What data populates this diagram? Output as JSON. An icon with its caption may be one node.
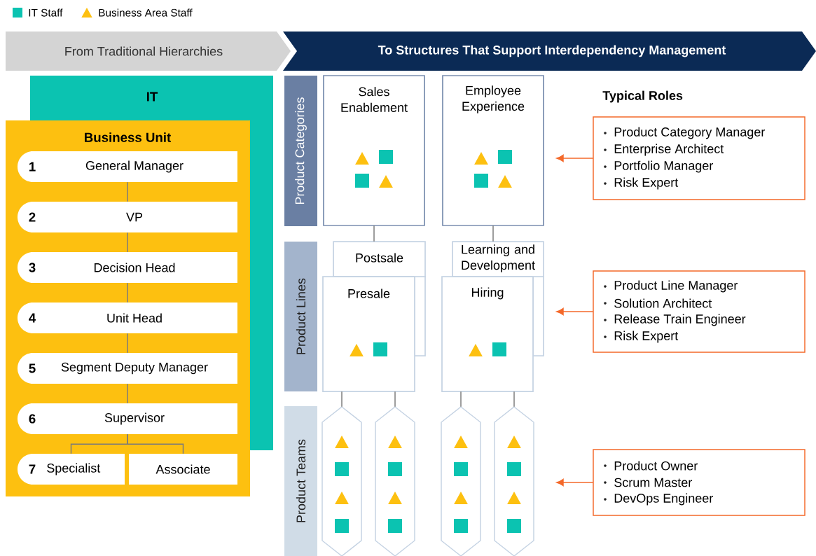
{
  "diagram": {
    "nodes": [
      {
        "text": [
          "From Traditional Hierarchies"
        ]
      },
      {
        "text": [
          "To Structures That Support Interdependency Management"
        ]
      },
      {
        "text": [
          "IT"
        ]
      },
      {
        "text": [
          "Business Unit"
        ]
      },
      {
        "text": [
          "1",
          "General Manager"
        ],
        "in": 3
      },
      {
        "text": [
          "2",
          "VP"
        ],
        "in": 3
      },
      {
        "text": [
          "3",
          "Decision Head"
        ],
        "in": 3
      },
      {
        "text": [
          "4",
          "Unit Head"
        ],
        "in": 3
      },
      {
        "text": [
          "5",
          "Segment Deputy Manager"
        ],
        "in": 3
      },
      {
        "text": [
          "6",
          "Supervisor"
        ],
        "in": 3
      },
      {
        "text": [
          "7",
          "Specialist"
        ],
        "in": 3
      },
      {
        "text": [
          "Associate"
        ],
        "in": 3
      },
      {
        "text": [
          "Product Categories"
        ]
      },
      {
        "text": [
          "Product Lines"
        ]
      },
      {
        "text": [
          "Product Teams"
        ]
      },
      {
        "text": [
          "Sales Enablement"
        ]
      },
      {
        "text": [
          "Employee Experience"
        ]
      },
      {
        "text": [
          "Postsale"
        ]
      },
      {
        "text": [
          "Presale"
        ]
      },
      {
        "text": [
          "Learning and Development"
        ]
      },
      {
        "text": [
          "Hiring"
        ]
      },
      {
        "text": [],
        "shape": "hexagon"
      },
      {
        "text": [],
        "shape": "hexagon"
      },
      {
        "text": [],
        "shape": "hexagon"
      },
      {
        "text": [],
        "shape": "hexagon"
      },
      {
        "text": [
          "Product Category Manager",
          "Enterprise Architect",
          "Portfolio Manager",
          "Risk Expert"
        ]
      },
      {
        "text": [
          "Product Line Manager",
          "Solution Architect",
          "Release Train Engineer",
          "Risk Expert"
        ]
      },
      {
        "text": [
          "Product Owner",
          "Scrum Master",
          "DevOps Engineer"
        ]
      }
    ],
    "edges": [
      {
        "from": 4,
        "to": 5,
        "arrow": "none"
      },
      {
        "from": 5,
        "to": 6,
        "arrow": "none"
      },
      {
        "from": 6,
        "to": 7,
        "arrow": "none"
      },
      {
        "from": 7,
        "to": 8,
        "arrow": "none"
      },
      {
        "from": 8,
        "to": 9,
        "arrow": "none"
      },
      {
        "from": 9,
        "to": 10,
        "arrow": "none"
      },
      {
        "from": 9,
        "to": 11,
        "arrow": "none"
      },
      {
        "from": 15,
        "to": 17,
        "arrow": "none"
      },
      {
        "from": 16,
        "to": 19,
        "arrow": "none"
      },
      {
        "from": 18,
        "to": 21,
        "arrow": "none"
      },
      {
        "from": 18,
        "to": 22,
        "arrow": "none"
      },
      {
        "from": 20,
        "to": 23,
        "arrow": "none"
      },
      {
        "from": 20,
        "to": 24,
        "arrow": "none"
      },
      {
        "from": 25,
        "to": null,
        "arrow": "to",
        "color": "#f4692a"
      },
      {
        "from": 26,
        "to": null,
        "arrow": "to",
        "color": "#f4692a"
      },
      {
        "from": 27,
        "to": null,
        "arrow": "to",
        "color": "#f4692a"
      }
    ],
    "labels": [
      "Typical Roles"
    ],
    "legend": [
      {
        "text": "IT Staff",
        "color": "#0bc3b1"
      },
      {
        "text": "Business Area Staff",
        "color": "#fdc010"
      }
    ]
  }
}
